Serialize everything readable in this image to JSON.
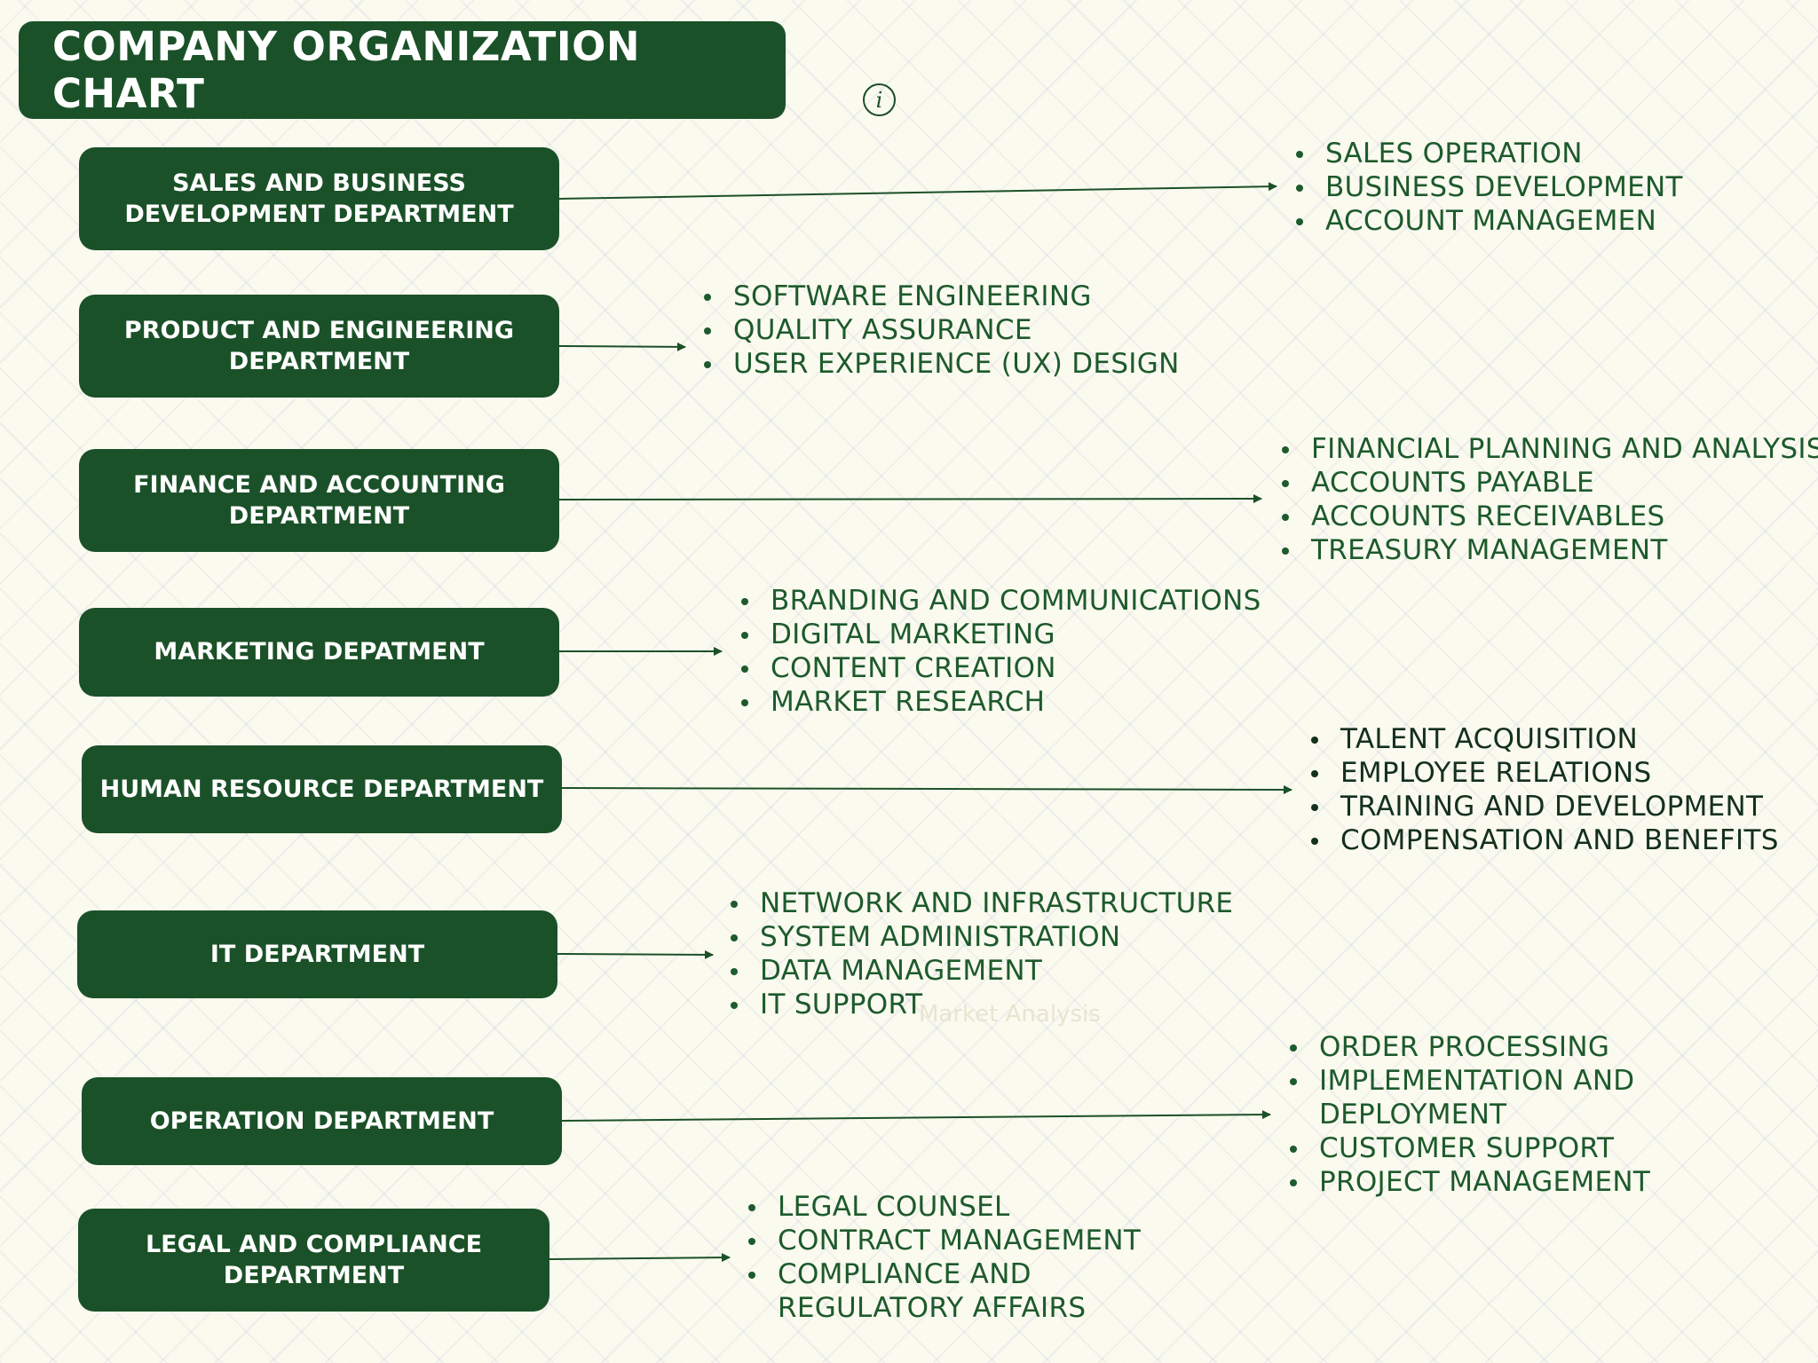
{
  "title": "COMPANY ORGANIZATION CHART",
  "info_icon": {
    "glyph": "i",
    "name": "info-icon"
  },
  "watermark": "Market Analysis",
  "colors": {
    "primary": "#1b5128",
    "background": "#fbfaef",
    "list_text": "#1d5a2c"
  },
  "departments": [
    {
      "lines": [
        "SALES AND BUSINESS",
        "DEVELOPMENT DEPARTMENT"
      ],
      "items": [
        "SALES  OPERATION",
        "BUSINESS DEVELOPMENT",
        "ACCOUNT MANAGEMEN"
      ]
    },
    {
      "lines": [
        "PRODUCT AND ENGINEERING",
        "DEPARTMENT"
      ],
      "items": [
        "SOFTWARE ENGINEERING",
        "QUALITY ASSURANCE",
        "USER EXPERIENCE (UX) DESIGN"
      ]
    },
    {
      "lines": [
        "FINANCE AND ACCOUNTING",
        "DEPARTMENT"
      ],
      "items": [
        "FINANCIAL PLANNING AND ANALYSIS",
        "ACCOUNTS PAYABLE",
        "ACCOUNTS RECEIVABLES",
        "TREASURY MANAGEMENT"
      ]
    },
    {
      "lines": [
        "MARKETING DEPATMENT"
      ],
      "items": [
        "BRANDING AND COMMUNICATIONS",
        "DIGITAL MARKETING",
        "CONTENT CREATION",
        "MARKET RESEARCH"
      ]
    },
    {
      "lines": [
        "HUMAN RESOURCE DEPARTMENT"
      ],
      "items": [
        "TALENT ACQUISITION",
        "EMPLOYEE RELATIONS",
        "TRAINING AND DEVELOPMENT",
        "COMPENSATION AND BENEFITS"
      ]
    },
    {
      "lines": [
        "IT DEPARTMENT"
      ],
      "items": [
        "NETWORK AND INFRASTRUCTURE",
        "SYSTEM ADMINISTRATION",
        "DATA MANAGEMENT",
        "IT SUPPORT"
      ]
    },
    {
      "lines": [
        "OPERATION DEPARTMENT"
      ],
      "items": [
        "ORDER PROCESSING",
        "IMPLEMENTATION AND DEPLOYMENT",
        "CUSTOMER SUPPORT",
        "PROJECT MANAGEMENT"
      ]
    },
    {
      "lines": [
        "LEGAL AND COMPLIANCE",
        "DEPARTMENT"
      ],
      "items": [
        "LEGAL COUNSEL",
        "CONTRACT MANAGEMENT",
        "COMPLIANCE AND REGULATORY AFFAIRS"
      ]
    }
  ]
}
